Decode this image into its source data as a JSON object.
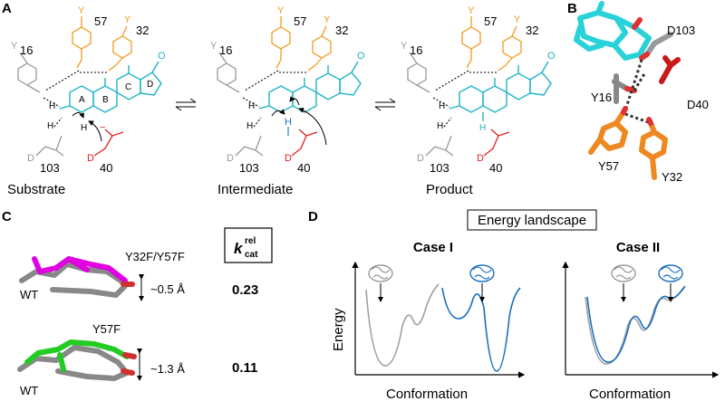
{
  "panels": {
    "a": "A",
    "b": "B",
    "c": "C",
    "d": "D"
  },
  "panel_a": {
    "residues": {
      "y57": "57",
      "y32": "32",
      "y16": "16",
      "d103": "103",
      "d40": "40"
    },
    "residue_letters": {
      "tyr": "Y",
      "asp": "D"
    },
    "rings": {
      "a": "A",
      "b": "B",
      "c": "C",
      "d": "D"
    },
    "atoms": {
      "h": "H",
      "o": "O",
      "charge": "−"
    },
    "states": [
      "Substrate",
      "Intermediate",
      "Product"
    ]
  },
  "panel_b": {
    "labels": [
      "D103",
      "Y16",
      "D40",
      "Y57",
      "Y32"
    ]
  },
  "panel_c": {
    "kcat_symbol": "k",
    "kcat_sup": "rel",
    "kcat_sub": "cat",
    "mutants": [
      {
        "name": "Y32F/Y57F",
        "wt": "WT",
        "shift": "~0.5 Å",
        "kcat": "0.23",
        "color": "#e000e0"
      },
      {
        "name": "Y57F",
        "wt": "WT",
        "shift": "~1.3 Å",
        "kcat": "0.11",
        "color": "#22cc22"
      }
    ]
  },
  "panel_d": {
    "title": "Energy landscape",
    "cases": [
      "Case I",
      "Case II"
    ],
    "ylabel": "Energy",
    "xlabel": "Conformation",
    "colors": {
      "wt": "#a0a0a0",
      "mutant": "#1a6fc0"
    }
  }
}
